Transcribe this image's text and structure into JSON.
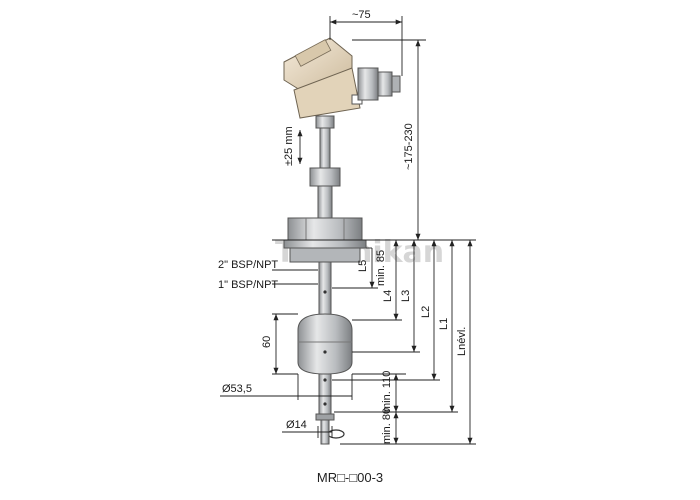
{
  "watermark": "Technikan",
  "dimensions": {
    "width_top": "~75",
    "head_height": "~175-230",
    "adjust": "±25 mm",
    "thread_2": "2\" BSP/NPT",
    "thread_1": "1\" BSP/NPT",
    "min85": "min. 85",
    "l5": "L5",
    "l4": "L4",
    "l3": "L3",
    "l2": "L2",
    "l1": "L1",
    "lnevl": "Lnévl.",
    "h60": "60",
    "d53": "Ø53,5",
    "min110": "min. 110",
    "min80": "min. 80",
    "d14": "Ø14"
  },
  "caption": "MR□-□00-3",
  "colors": {
    "head": "#e9dcc6",
    "metal": "#c4c6c8",
    "metal_dark": "#8a8d90",
    "line": "#222222"
  }
}
